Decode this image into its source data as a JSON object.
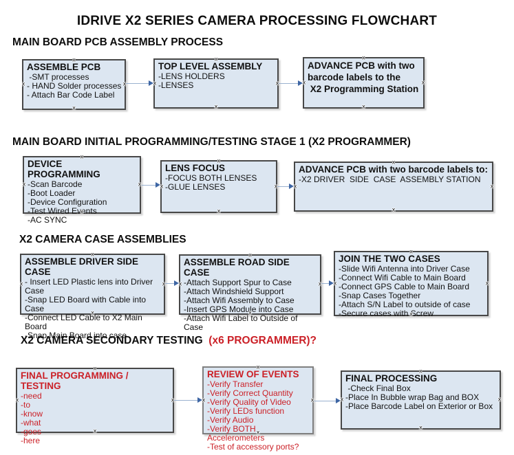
{
  "title": "IDRIVE X2  SERIES CAMERA PROCESSING FLOWCHART",
  "colors": {
    "box_fill": "#dce6f1",
    "box_border": "#474747",
    "review_box_border": "#7f7f7f",
    "red_text": "#cb2027",
    "arrow_line": "#9ab1cf",
    "arrow_head": "#3e66a4"
  },
  "sections": [
    {
      "heading": "MAIN BOARD PCB ASSEMBLY PROCESS",
      "boxes": [
        {
          "title": "ASSEMBLE PCB",
          "items": [
            " -SMT processes",
            "- HAND Solder processes",
            "- Attach Bar Code Label"
          ]
        },
        {
          "title": "TOP LEVEL ASSEMBLY",
          "items": [
            "-LENS HOLDERS",
            "-LENSES"
          ]
        },
        {
          "title": "ADVANCE PCB with two\nbarcode labels to the\n X2 Programming Station",
          "items": []
        }
      ]
    },
    {
      "heading": "MAIN BOARD INITIAL PROGRAMMING/TESTING STAGE 1 (X2 PROGRAMMER)",
      "boxes": [
        {
          "title": "DEVICE PROGRAMMING",
          "items": [
            "-Scan Barcode",
            "-Boot Loader",
            "-Device Configuration",
            "-Test Wired Events",
            "-AC SYNC"
          ]
        },
        {
          "title": "LENS FOCUS",
          "items": [
            "-FOCUS BOTH LENSES",
            "-GLUE LENSES"
          ]
        },
        {
          "title": "ADVANCE PCB with two barcode labels to:",
          "items": [
            "-X2 DRIVER  SIDE  CASE  ASSEMBLY STATION"
          ]
        }
      ]
    },
    {
      "heading": "X2 CAMERA CASE ASSEMBLIES",
      "boxes": [
        {
          "title": "ASSEMBLE DRIVER SIDE CASE",
          "items": [
            "- Insert LED Plastic lens into Driver Case",
            "-Snap LED Board with Cable into Case",
            "-Connect LED Cable to X2 Main Board",
            "-Snap Main Board into case"
          ]
        },
        {
          "title": "ASSEMBLE ROAD SIDE CASE",
          "items": [
            "-Attach Support Spur to Case",
            "-Attach Windshield Support",
            "-Attach Wifi Assembly to Case",
            "-Insert GPS Module into Case",
            "-Attach Wifi Label to Outside of Case"
          ]
        },
        {
          "title": "JOIN THE TWO CASES",
          "items": [
            "-Slide Wifi Antenna into Driver Case",
            "-Connect Wifi Cable to Main Board",
            "-Connect GPS Cable to Main Board",
            "-Snap Cases Together",
            "-Attach S/N Label to outside of case",
            "-Secure cases with Screw"
          ]
        }
      ]
    },
    {
      "heading": "X2 CAMERA SECONDARY TESTING  ",
      "heading_red": "(x6 PROGRAMMER)?",
      "boxes": [
        {
          "title": "FINAL PROGRAMMING / TESTING",
          "items": [
            "-need",
            "-to",
            "-know",
            "-what",
            "-goes",
            "-here"
          ]
        },
        {
          "title": "REVIEW OF EVENTS",
          "items": [
            "-Verify Transfer",
            "-Verify Correct Quantity",
            "-Verify Quality of Video",
            "-Verify LEDs function",
            "-Verify Audio",
            "-Verify BOTH Accelerometers",
            "-Test of accessory ports?"
          ]
        },
        {
          "title": "FINAL PROCESSING",
          "items": [
            " -Check Final Box",
            "-Place In Bubble wrap Bag and BOX",
            "-Place Barcode Label on Exterior or Box"
          ]
        }
      ]
    }
  ]
}
